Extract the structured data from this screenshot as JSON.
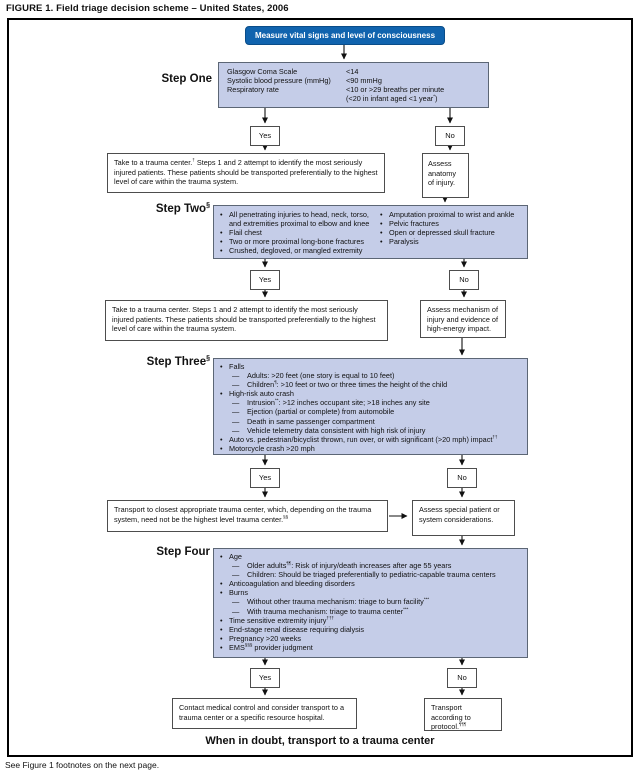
{
  "page": {
    "title": "FIGURE 1. Field triage decision scheme – United States, 2006",
    "bottom_banner": "When in doubt, transport to a trauma center",
    "footer_note": "See Figure 1 footnotes on the next page."
  },
  "colors": {
    "header_blue": "#1063ae",
    "panel_fill": "#c5cde8",
    "panel_border": "#5c6675",
    "arrow": "#111111"
  },
  "labels": {
    "yes": "Yes",
    "no": "No"
  },
  "start": {
    "text": "Measure vital signs and level of consciousness"
  },
  "step_one": {
    "label": "Step One",
    "criteria": [
      {
        "name": "Glasgow Coma Scale",
        "value": "<14"
      },
      {
        "name": "Systolic blood pressure (mmHg)",
        "value": "<90 mmHg"
      },
      {
        "name": "Respiratory rate",
        "value": "<10 or >29 breaths per minute"
      },
      {
        "name": "",
        "value": "(<20 in infant aged <1 year<sup>*</sup>)"
      }
    ],
    "yes_box": "Take to a trauma center.<sup>†</sup> Steps 1 and 2 attempt to identify the most seriously injured patients. These patients should be transported preferentially to the highest level of care within the trauma system.",
    "no_box": "Assess anatomy of injury."
  },
  "step_two": {
    "label": "Step Two<sup>§</sup>",
    "col1": [
      {
        "m": 0,
        "t": "All penetrating injuries to head, neck, torso, and extremities proximal to elbow and knee"
      },
      {
        "m": 0,
        "t": "Flail chest"
      },
      {
        "m": 0,
        "t": "Two or more proximal long-bone fractures"
      },
      {
        "m": 0,
        "t": "Crushed, degloved, or mangled extremity"
      }
    ],
    "col2": [
      {
        "m": 0,
        "t": "Amputation proximal to wrist and ankle"
      },
      {
        "m": 0,
        "t": "Pelvic fractures"
      },
      {
        "m": 0,
        "t": "Open or depressed skull fracture"
      },
      {
        "m": 0,
        "t": "Paralysis"
      }
    ],
    "yes_box": "Take to a trauma center. Steps 1 and 2 attempt to identify the most seriously injured patients. These patients should be transported preferentially to the highest level of care within the trauma system.",
    "no_box": "Assess mechanism of injury and evidence of high-energy impact."
  },
  "step_three": {
    "label": "Step Three<sup>§</sup>",
    "items": [
      {
        "m": 0,
        "t": "Falls"
      },
      {
        "m": 1,
        "t": "Adults: >20 feet (one story is equal to 10 feet)"
      },
      {
        "m": 1,
        "t": "Children<sup>¶</sup>: >10 feet or two or three times the height of the child"
      },
      {
        "m": 0,
        "t": "High-risk auto crash"
      },
      {
        "m": 1,
        "t": "Intrusion<sup>**</sup>: >12 inches occupant site; >18 inches any site"
      },
      {
        "m": 1,
        "t": "Ejection (partial or complete) from automobile"
      },
      {
        "m": 1,
        "t": "Death in same passenger compartment"
      },
      {
        "m": 1,
        "t": "Vehicle telemetry data consistent with high risk of injury"
      },
      {
        "m": 0,
        "t": "Auto vs. pedestrian/bicyclist thrown, run over, or with significant (>20 mph) impact<sup>††</sup>"
      },
      {
        "m": 0,
        "t": "Motorcycle crash >20 mph"
      }
    ],
    "yes_box": "Transport to closest appropriate trauma center, which, depending on the trauma system, need not be the highest level trauma center.<sup>§§</sup>",
    "no_box": "Assess special patient or system considerations."
  },
  "step_four": {
    "label": "Step Four",
    "items": [
      {
        "m": 0,
        "t": "Age"
      },
      {
        "m": 1,
        "t": "Older adults<sup>¶¶</sup>: Risk of injury/death increases after age 55 years"
      },
      {
        "m": 1,
        "t": "Children: Should be triaged preferentially to pediatric-capable trauma centers"
      },
      {
        "m": 0,
        "t": "Anticoagulation and bleeding disorders"
      },
      {
        "m": 0,
        "t": "Burns"
      },
      {
        "m": 1,
        "t": "Without other trauma mechanism: triage to burn facility<sup>***</sup>"
      },
      {
        "m": 1,
        "t": "With trauma mechanism: triage to trauma center<sup>***</sup>"
      },
      {
        "m": 0,
        "t": "Time sensitive extremity injury<sup>†††</sup>"
      },
      {
        "m": 0,
        "t": "End-stage renal disease requiring dialysis"
      },
      {
        "m": 0,
        "t": "Pregnancy >20 weeks"
      },
      {
        "m": 0,
        "t": "EMS<sup>§§§</sup> provider judgment"
      }
    ],
    "yes_box": "Contact medical control and consider transport to a trauma center or a specific resource hospital.",
    "no_box": "Transport according to protocol.<sup>¶¶¶</sup>"
  }
}
